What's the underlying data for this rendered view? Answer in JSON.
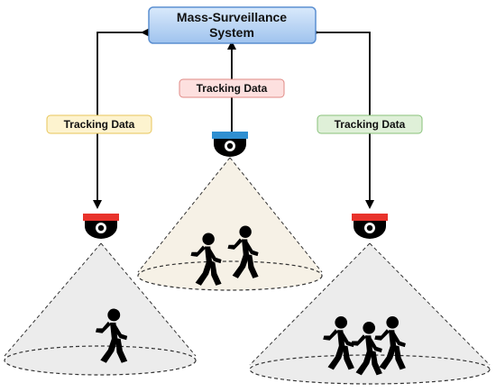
{
  "system": {
    "line1": "Mass-Surveillance",
    "line2": "System",
    "fill": "#bcd7f5",
    "stroke": "#5b8fd1"
  },
  "labels": [
    {
      "id": "left",
      "text": "Tracking Data",
      "fill": "#fdf3cf",
      "stroke": "#e8c65a"
    },
    {
      "id": "center",
      "text": "Tracking Data",
      "fill": "#fde0df",
      "stroke": "#e08a86"
    },
    {
      "id": "right",
      "text": "Tracking Data",
      "fill": "#dff0d8",
      "stroke": "#88c27a"
    }
  ],
  "cameras": [
    {
      "id": "left",
      "band_color": "#e8322b",
      "cone_fill": "#ececec",
      "people": 1
    },
    {
      "id": "center",
      "band_color": "#2f8fd1",
      "cone_fill": "#f6f1e6",
      "people": 2
    },
    {
      "id": "right",
      "band_color": "#e8322b",
      "cone_fill": "#ececec",
      "people": 3
    }
  ]
}
